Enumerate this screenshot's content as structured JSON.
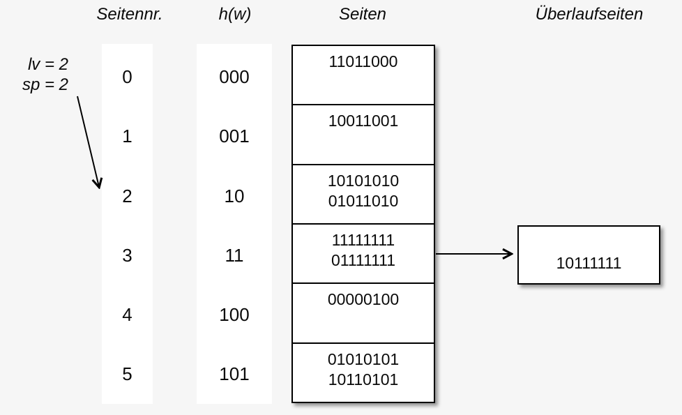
{
  "headers": {
    "seitennr": "Seitennr.",
    "hw": "h(w)",
    "seiten": "Seiten",
    "ueberlaufseiten": "Überlaufseiten"
  },
  "annotations": {
    "lv": "lv = 2",
    "sp": "sp = 2"
  },
  "page_numbers": [
    "0",
    "1",
    "2",
    "3",
    "4",
    "5"
  ],
  "hash_values": [
    "000",
    "001",
    "10",
    "11",
    "100",
    "101"
  ],
  "pages": [
    "11011000",
    "10011001",
    "10101010\n01011010",
    "11111111\n01111111",
    "00000100",
    "01010101\n10110101"
  ],
  "overflow_pages": [
    "10111111"
  ],
  "overflow_link": {
    "from_page_number": "3",
    "to_overflow_value": "10111111"
  },
  "colors": {
    "background": "#f6f6f6",
    "cell_background": "#ffffff",
    "border": "#000000",
    "text": "#0a0a0a"
  }
}
